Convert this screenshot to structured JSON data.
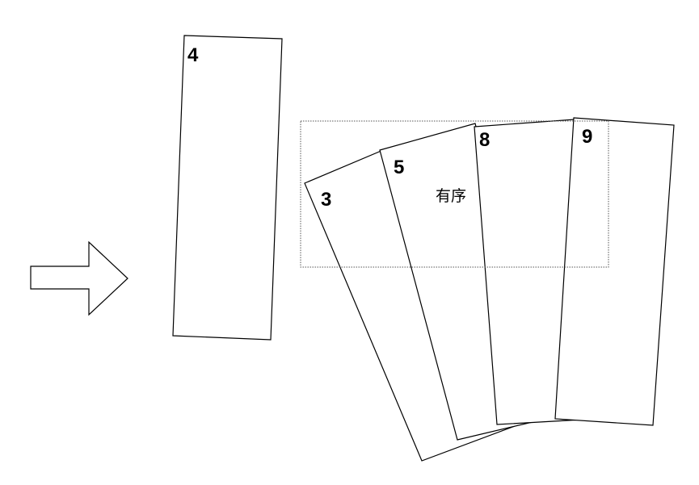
{
  "insert_card": {
    "number": "4"
  },
  "hand_cards": [
    {
      "number": "3"
    },
    {
      "number": "5"
    },
    {
      "number": "8"
    },
    {
      "number": "9"
    }
  ],
  "sorted_region": {
    "label": "有序"
  },
  "arrow": {
    "icon": "right-arrow-icon"
  }
}
